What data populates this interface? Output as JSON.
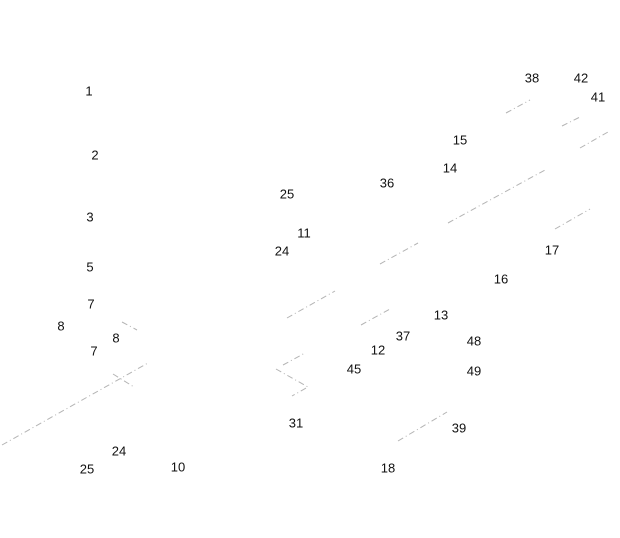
{
  "figure": {
    "reference_numerals": [
      "1",
      "2",
      "3",
      "5",
      "7",
      "8",
      "8",
      "7",
      "24",
      "25",
      "10",
      "25",
      "11",
      "24",
      "36",
      "15",
      "14",
      "38",
      "42",
      "41",
      "17",
      "16",
      "13",
      "37",
      "12",
      "45",
      "48",
      "49",
      "31",
      "39",
      "18"
    ],
    "line_color": "#b4b4b4"
  }
}
